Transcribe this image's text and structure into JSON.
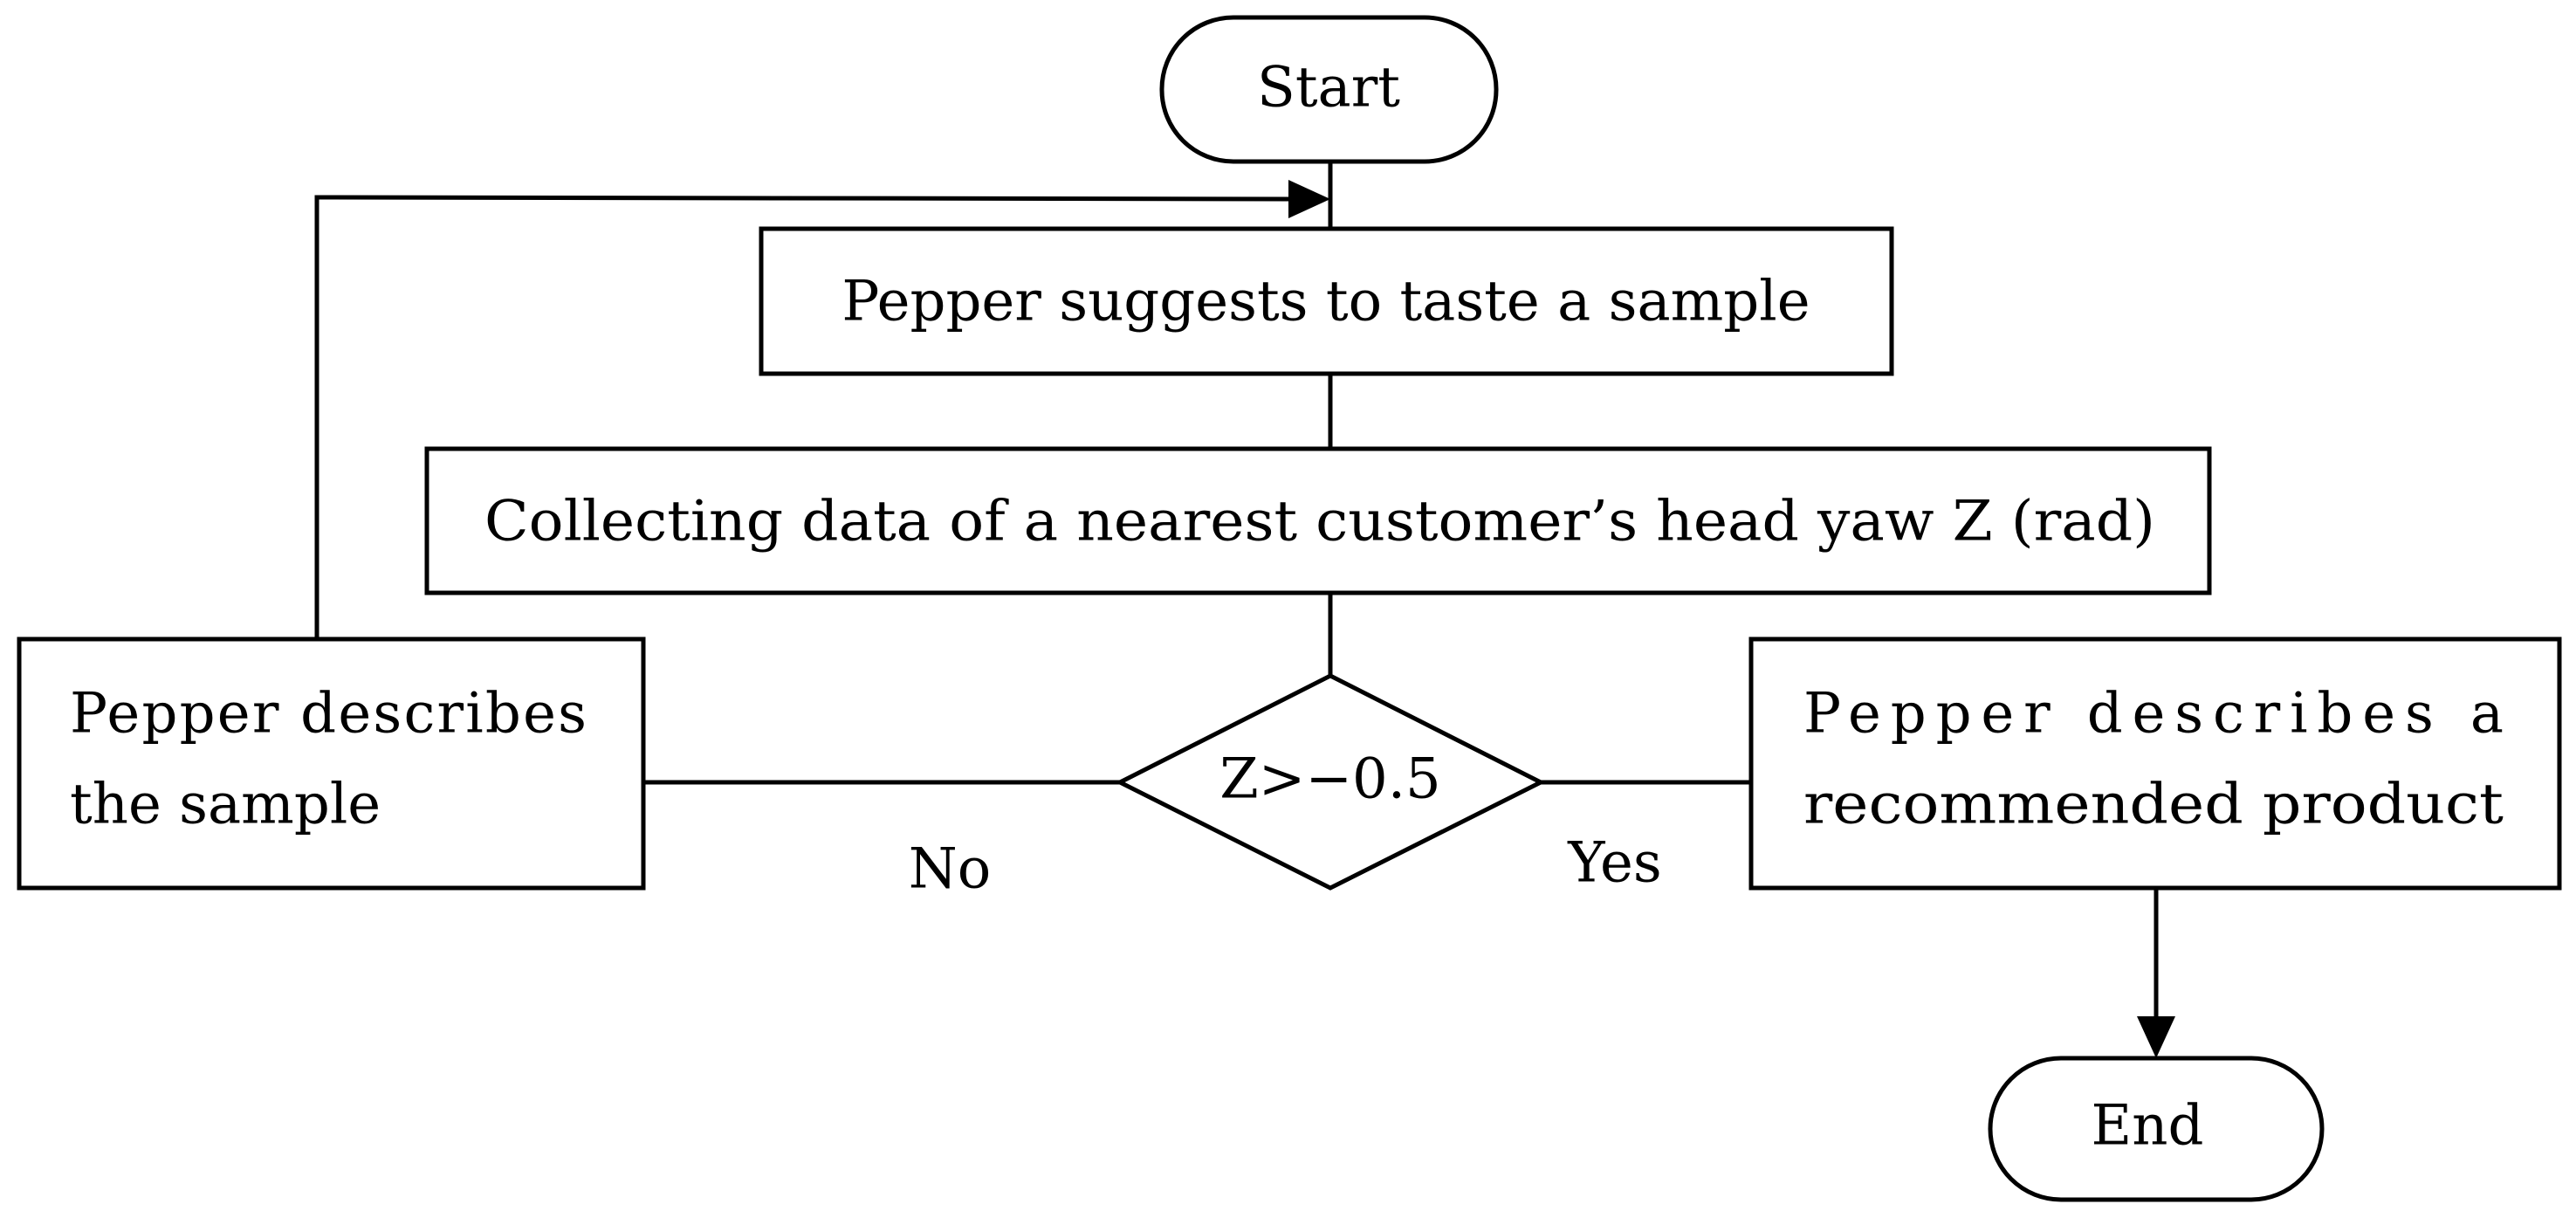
{
  "nodes": {
    "start": {
      "label": "Start"
    },
    "suggest": {
      "label": "Pepper suggests to taste a sample"
    },
    "collect": {
      "label": "Collecting data of a nearest customer’s head yaw Z (rad)"
    },
    "decision": {
      "label": "Z>−0.5"
    },
    "describe_sample": {
      "line1": "Pepper describes",
      "line2": "the sample"
    },
    "describe_product": {
      "line1": "Pepper describes a",
      "line2": "recommended product"
    },
    "end": {
      "label": "End"
    }
  },
  "edges": {
    "no_label": "No",
    "yes_label": "Yes"
  }
}
